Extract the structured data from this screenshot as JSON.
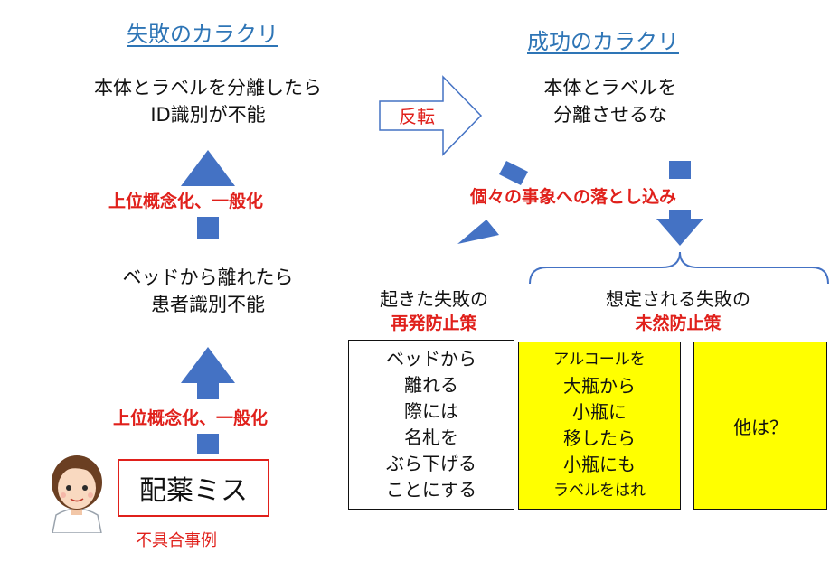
{
  "failure": {
    "heading": "失敗のカラクリ",
    "top_text": [
      "本体とラベルを分離したら",
      "ID識別が不能"
    ],
    "arrow_label_upper": "上位概念化、一般化",
    "mid_text": [
      "ベッドから離れたら",
      "患者識別不能"
    ],
    "arrow_label_lower": "上位概念化、一般化",
    "case_box": "配薬ミス",
    "case_caption": "不具合事例"
  },
  "success": {
    "heading": "成功のカラクリ",
    "top_text": [
      "本体とラベルを",
      "分離させるな"
    ],
    "drilldown_label": "個々の事象への落とし込み",
    "occurred": {
      "title": "起きた失敗の",
      "subtitle": "再発防止策",
      "box_lines": [
        "ベッドから",
        "離れる",
        "際には",
        "名札を",
        "ぶら下げる",
        "ことにする"
      ]
    },
    "expected": {
      "title": "想定される失敗の",
      "subtitle": "未然防止策",
      "box1_lines": [
        "アルコールを",
        "大瓶から",
        "小瓶に",
        "移したら",
        "小瓶にも",
        "ラベルをはれ"
      ],
      "box2_text": "他は？"
    }
  },
  "reverse_arrow_label": "反転",
  "colors": {
    "heading_blue": "#2e75b6",
    "arrow_blue": "#4472c4",
    "accent_red": "#e0201b",
    "box_yellow": "#ffff00"
  }
}
